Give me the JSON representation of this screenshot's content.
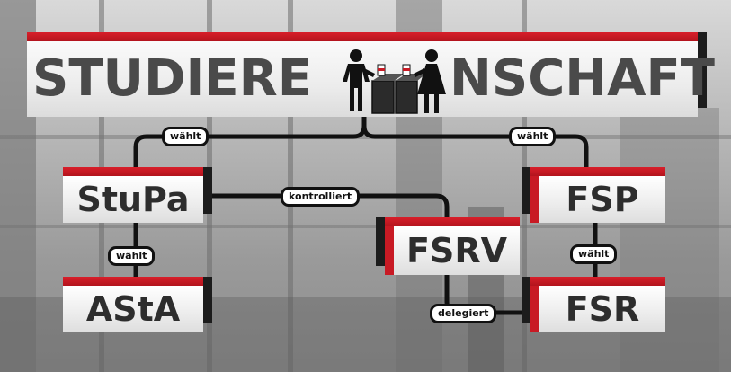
{
  "title": {
    "left_part": "STUDIERE",
    "right_part": "NSCHAFT"
  },
  "nodes": {
    "stupa": "StuPa",
    "asta": "AStA",
    "fsrv": "FSRV",
    "fsp": "FSP",
    "fsr": "FSR"
  },
  "edges": {
    "waehlt_left": "wählt",
    "waehlt_right": "wählt",
    "kontrolliert": "kontrolliert",
    "waehlt_stupa_asta": "wählt",
    "waehlt_fsp_fsr": "wählt",
    "delegiert": "delegiert"
  },
  "colors": {
    "accent_red": "#c81a24",
    "box_dark_side": "#1c1c1c",
    "label_text": "#2d2d2d",
    "connector": "#111111"
  },
  "icons": [
    "male-voter-icon",
    "female-voter-icon",
    "ballot-box-icon"
  ]
}
